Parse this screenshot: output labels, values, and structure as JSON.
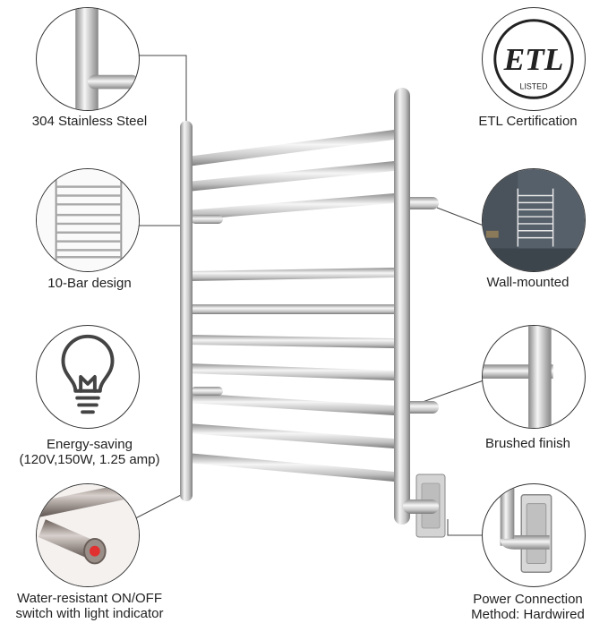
{
  "features": {
    "steel": {
      "label": "304 Stainless Steel",
      "icon": "steel-closeup-icon"
    },
    "bars": {
      "label": "10-Bar design",
      "icon": "bars-closeup-icon"
    },
    "energy": {
      "label_line1": "Energy-saving",
      "label_line2": "(120V,150W, 1.25 amp)",
      "icon": "light-bulb-icon"
    },
    "switch": {
      "label_line1": "Water-resistant ON/OFF",
      "label_line2": "switch with light indicator",
      "icon": "power-switch-icon"
    },
    "etl": {
      "label": "ETL Certification",
      "mark_letters": "ETL",
      "mark_sub": "LISTED",
      "icon": "etl-listed-icon"
    },
    "wall": {
      "label": "Wall-mounted",
      "icon": "bathroom-wall-icon"
    },
    "finish": {
      "label": "Brushed finish",
      "icon": "brushed-finish-icon"
    },
    "power": {
      "label_line1": "Power Connection",
      "label_line2": "Method:  Hardwired",
      "icon": "wall-mount-bracket-icon"
    }
  },
  "colors": {
    "steel_light": "#f2f2f2",
    "steel_mid": "#c8c8c8",
    "steel_dark": "#8a8a8a",
    "indicator_red": "#e03030"
  }
}
